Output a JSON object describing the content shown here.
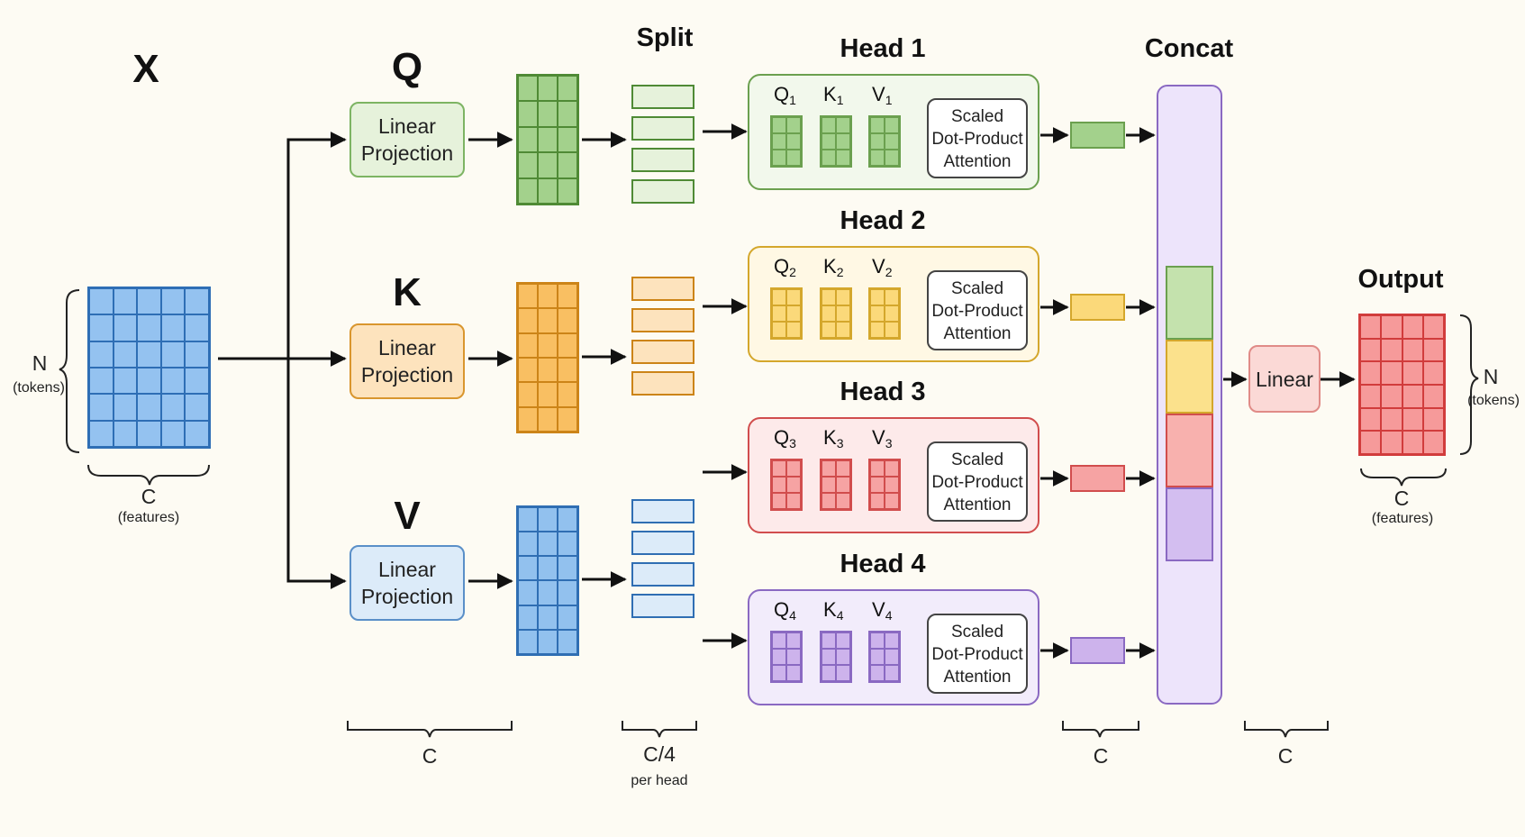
{
  "colors": {
    "q": {
      "fill": "#a3d18c",
      "border": "#4f8a35",
      "light": "#e6f2db"
    },
    "k": {
      "fill": "#f9bf62",
      "border": "#cc8418",
      "light": "#fde3bd"
    },
    "v": {
      "fill": "#92c1ee",
      "border": "#2f6eb3",
      "light": "#dcebf9"
    },
    "head1": {
      "fill": "#a3d18c",
      "border": "#6ba04f",
      "bg": "#f2f8ec"
    },
    "head2": {
      "fill": "#fbd97a",
      "border": "#d4a72c",
      "bg": "#fff8e4"
    },
    "head3": {
      "fill": "#f6a3a3",
      "border": "#d14d4d",
      "bg": "#fdeaea"
    },
    "head4": {
      "fill": "#cdb3ec",
      "border": "#8a69c2",
      "bg": "#f2ecfb"
    },
    "concat": {
      "bg": "#ede4fb",
      "border": "#8a69c2"
    },
    "output": {
      "fill": "#f69a9a",
      "border": "#d13c3c"
    },
    "input": {
      "fill": "#94c2f0",
      "border": "#2e6eb5"
    }
  },
  "input": {
    "label": "X",
    "rows_label": "N",
    "rows_sub": "(tokens)",
    "cols_label": "C",
    "cols_sub": "(features)"
  },
  "branches": [
    {
      "label": "Q",
      "proj_line1": "Linear",
      "proj_line2": "Projection"
    },
    {
      "label": "K",
      "proj_line1": "Linear",
      "proj_line2": "Projection"
    },
    {
      "label": "V",
      "proj_line1": "Linear",
      "proj_line2": "Projection"
    }
  ],
  "split": {
    "title": "Split"
  },
  "heads": [
    {
      "title": "Head 1",
      "q": "Q",
      "k": "K",
      "v": "V",
      "sub": "1",
      "attn1": "Scaled",
      "attn2": "Dot-Product",
      "attn3": "Attention"
    },
    {
      "title": "Head 2",
      "q": "Q",
      "k": "K",
      "v": "V",
      "sub": "2",
      "attn1": "Scaled",
      "attn2": "Dot-Product",
      "attn3": "Attention"
    },
    {
      "title": "Head 3",
      "q": "Q",
      "k": "K",
      "v": "V",
      "sub": "3",
      "attn1": "Scaled",
      "attn2": "Dot-Product",
      "attn3": "Attention"
    },
    {
      "title": "Head 4",
      "q": "Q",
      "k": "K",
      "v": "V",
      "sub": "4",
      "attn1": "Scaled",
      "attn2": "Dot-Product",
      "attn3": "Attention"
    }
  ],
  "concat": {
    "title": "Concat"
  },
  "linear": {
    "label": "Linear"
  },
  "output": {
    "title": "Output",
    "rows_label": "N",
    "rows_sub": "(tokens)",
    "cols_label": "C",
    "cols_sub": "(features)"
  },
  "dims": {
    "proj": "C",
    "split": "C/4",
    "split_sub": "per head",
    "heads_out": "C",
    "linear": "C"
  }
}
